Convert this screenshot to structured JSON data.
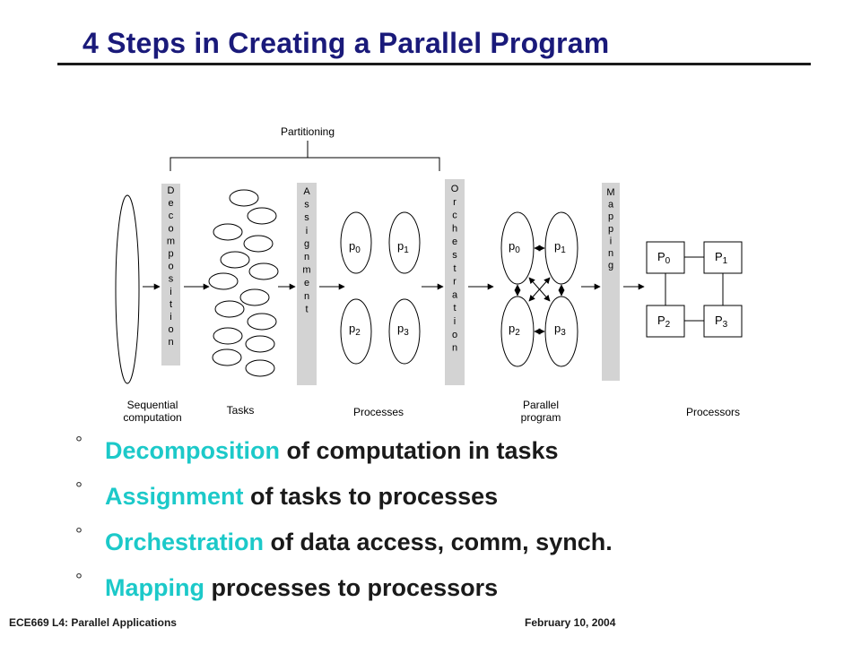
{
  "title": "4 Steps in Creating a Parallel Program",
  "diagram": {
    "partitioning_label": "Partitioning",
    "step_labels": {
      "decomposition": "Decomposition",
      "assignment": "Assignment",
      "orchestration": "Orchestration",
      "mapping": "Mapping"
    },
    "processes": [
      {
        "base": "p",
        "sub": "0"
      },
      {
        "base": "p",
        "sub": "1"
      },
      {
        "base": "p",
        "sub": "2"
      },
      {
        "base": "p",
        "sub": "3"
      }
    ],
    "parallel_processes": [
      {
        "base": "p",
        "sub": "0"
      },
      {
        "base": "p",
        "sub": "1"
      },
      {
        "base": "p",
        "sub": "2"
      },
      {
        "base": "p",
        "sub": "3"
      }
    ],
    "processors": [
      {
        "base": "P",
        "sub": "0"
      },
      {
        "base": "P",
        "sub": "1"
      },
      {
        "base": "P",
        "sub": "2"
      },
      {
        "base": "P",
        "sub": "3"
      }
    ],
    "captions": {
      "sequential": [
        "Sequential",
        "computation"
      ],
      "tasks": "Tasks",
      "processes": "Processes",
      "parallel": [
        "Parallel",
        "program"
      ],
      "processors": "Processors"
    },
    "colors": {
      "step_bar": "#d3d3d3",
      "line": "#000000"
    }
  },
  "bullets": [
    {
      "keyword": "Decomposition",
      "rest": " of computation in tasks"
    },
    {
      "keyword": "Assignment",
      "rest": " of tasks to processes"
    },
    {
      "keyword": "Orchestration",
      "rest": " of data access, comm, synch."
    },
    {
      "keyword": "Mapping",
      "rest": " processes to processors"
    }
  ],
  "bullet_mark": "°",
  "colors": {
    "title": "#1a1a7a",
    "keyword": "#1cc9c9"
  },
  "footer": {
    "left": "ECE669  L4: Parallel Applications",
    "right": "February 10, 2004"
  }
}
